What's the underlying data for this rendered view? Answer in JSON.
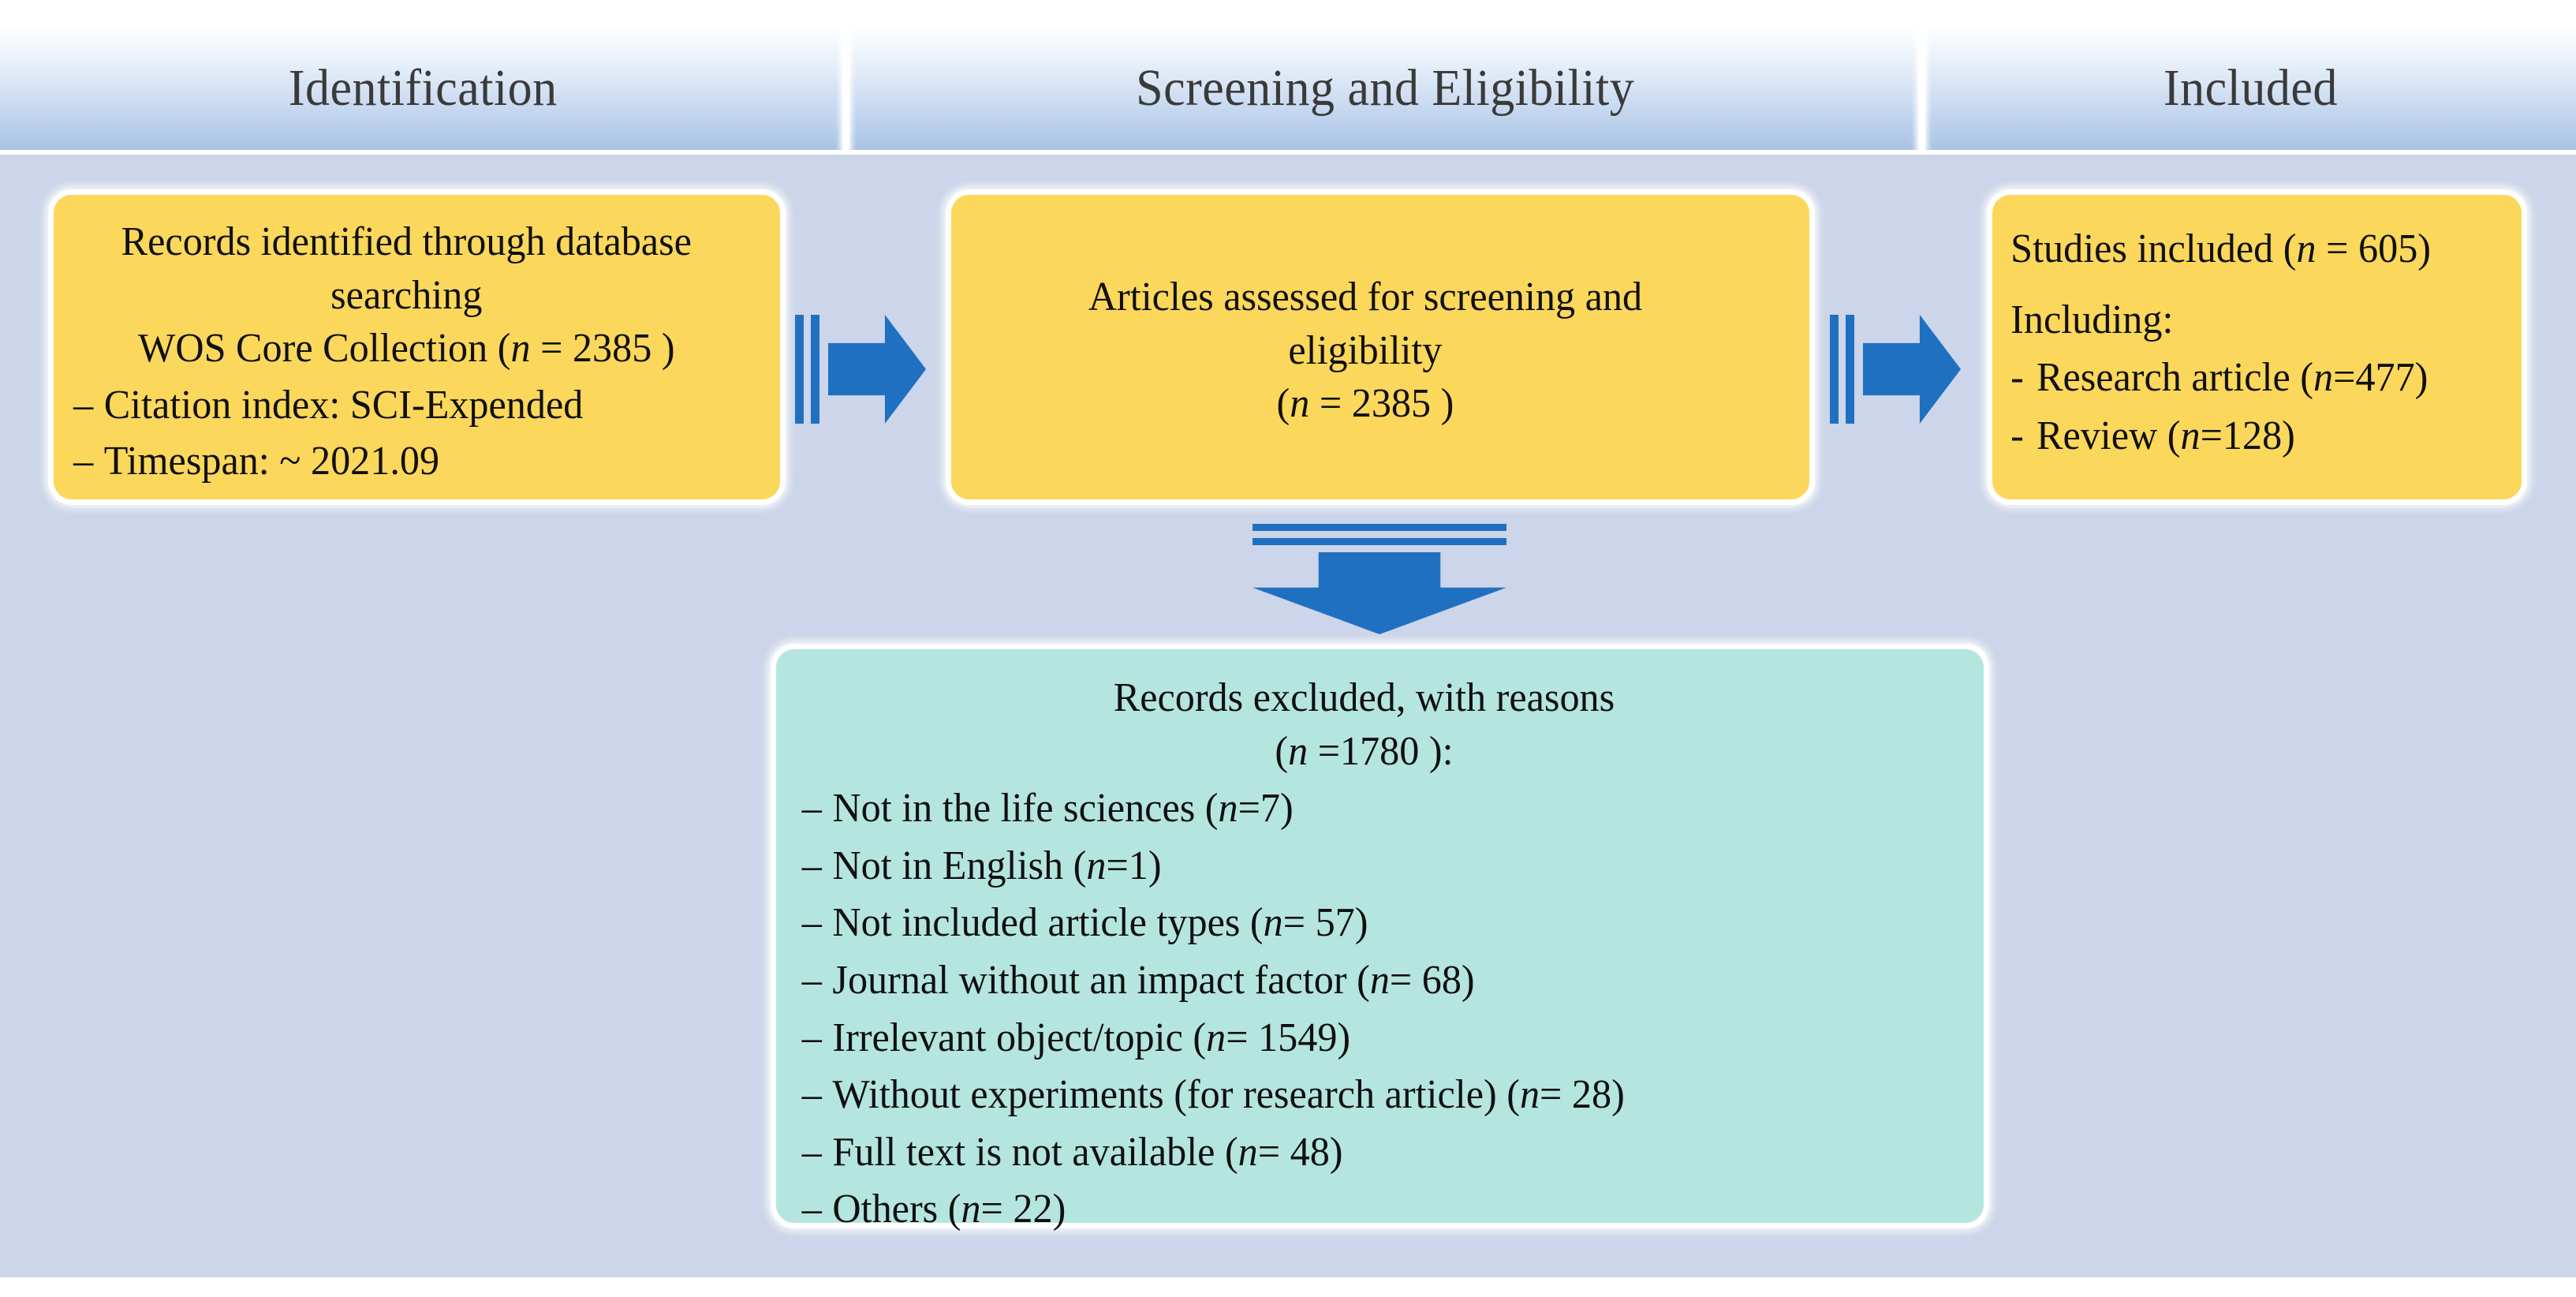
{
  "diagram": {
    "title": "PRISMA-style literature screening flow diagram",
    "colors": {
      "background": "#ffffff",
      "panel": "#ccd5e9",
      "box_identified": "#fbd75b",
      "box_screening": "#fbd75b",
      "box_included": "#fbd75b",
      "box_excluded": "#b5e5df",
      "arrow": "#1f70c1",
      "header_gradient_top": "#ffffff",
      "header_gradient_bottom": "#a9c3e5",
      "text": "#101010"
    },
    "header": {
      "sections": [
        {
          "label": "Identification"
        },
        {
          "label": "Screening and Eligibility"
        },
        {
          "label": "Included"
        }
      ]
    },
    "identification_box": {
      "line1": "Records identified through database",
      "line2": "searching",
      "line3_prefix": "WOS Core Collection (",
      "line3_n": "n",
      "line3_suffix": " = 2385 )",
      "bullets": [
        {
          "dash": "–",
          "text": "Citation index: SCI-Expended"
        },
        {
          "dash": "–",
          "text": "Timespan: ~ 2021.09"
        }
      ]
    },
    "screening_box": {
      "line1": "Articles assessed for screening and",
      "line2": "eligibility",
      "line3_prefix": "(",
      "line3_n": "n",
      "line3_suffix": " = 2385 )"
    },
    "included_box": {
      "line1_prefix": "Studies included (",
      "line1_n": "n",
      "line1_suffix": " = 605)",
      "line2": "Including:",
      "bullets": [
        {
          "dash": "-",
          "prefix": "Research article (",
          "n": "n",
          "suffix": "=477)"
        },
        {
          "dash": "-",
          "prefix": "Review  (",
          "n": "n",
          "suffix": "=128)"
        }
      ]
    },
    "excluded_box": {
      "line1": "Records excluded, with reasons",
      "line2_prefix": "(",
      "line2_n": "n",
      "line2_suffix": " =1780 ):",
      "reasons": [
        {
          "dash": "–",
          "prefix": "Not in the life sciences (",
          "n": "n",
          "suffix": "=7)"
        },
        {
          "dash": "–",
          "prefix": "Not in English (",
          "n": "n",
          "suffix": "=1)"
        },
        {
          "dash": "–",
          "prefix": "Not included article types (",
          "n": "n",
          "suffix": " = 57)"
        },
        {
          "dash": "–",
          "prefix": "Journal without an impact factor (",
          "n": "n",
          "suffix": " = 68)"
        },
        {
          "dash": "–",
          "prefix": "Irrelevant object/topic (",
          "n": "n",
          "suffix": " = 1549)"
        },
        {
          "dash": "–",
          "prefix": "Without experiments (for research article) (",
          "n": "n",
          "suffix": " = 28)"
        },
        {
          "dash": "–",
          "prefix": "Full text is not available  (",
          "n": "n",
          "suffix": " = 48)"
        },
        {
          "dash": "–",
          "prefix": "Others (",
          "n": "n",
          "suffix": " = 22)"
        }
      ]
    },
    "arrows": [
      {
        "name": "identification-to-screening",
        "direction": "right"
      },
      {
        "name": "screening-to-included",
        "direction": "right"
      },
      {
        "name": "screening-to-excluded",
        "direction": "down"
      }
    ]
  }
}
